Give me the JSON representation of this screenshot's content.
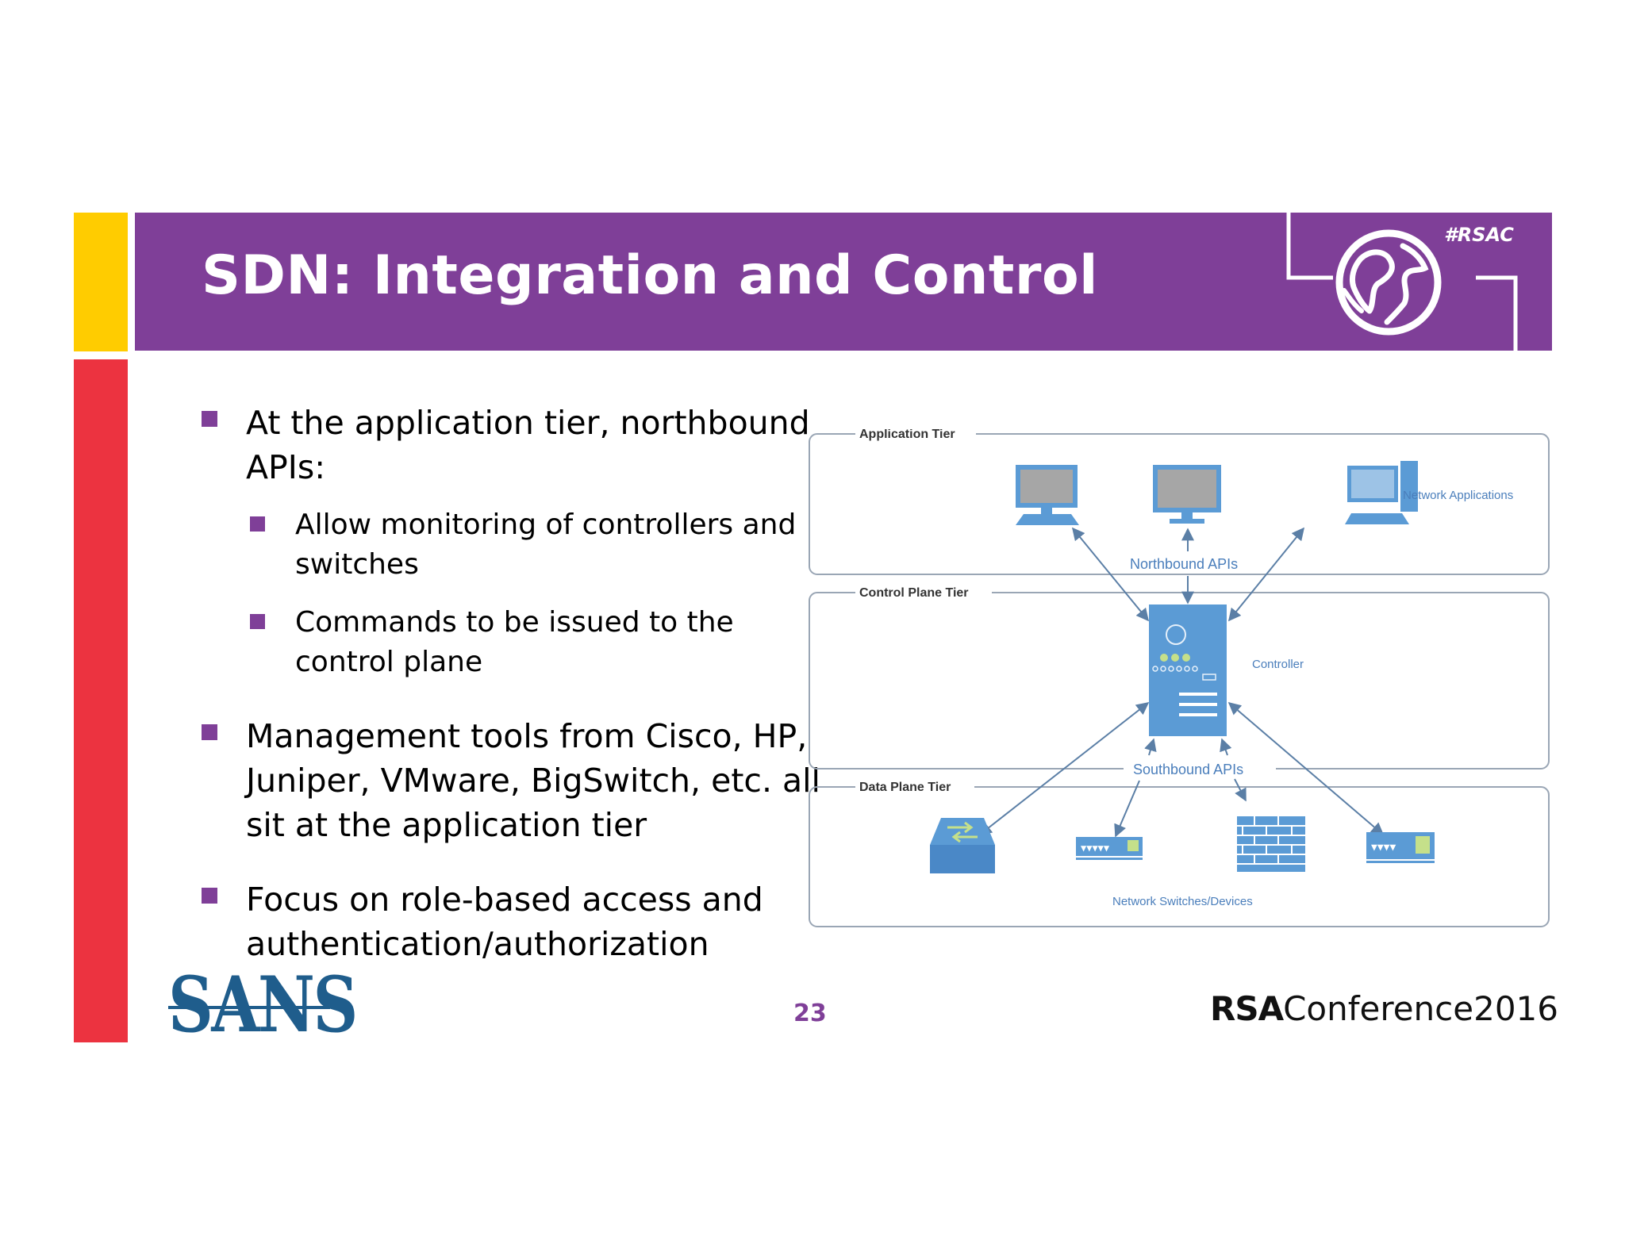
{
  "slide": {
    "title": "SDN: Integration and Control",
    "hashtag": "#RSAC",
    "page_number": "23"
  },
  "bullets": {
    "b1": {
      "line1": "At the application tier, northbound",
      "line2": "APIs:"
    },
    "b1a": {
      "line1": "Allow monitoring of controllers and",
      "line2": "switches"
    },
    "b1b": {
      "line1": "Commands to be issued to the",
      "line2": "control plane"
    },
    "b2": {
      "line1": "Management tools from Cisco, HP,",
      "line2": "Juniper, VMware, BigSwitch, etc. all",
      "line3": "sit at the application tier"
    },
    "b3": {
      "line1": "Focus on role-based access and",
      "line2": "authentication/authorization"
    }
  },
  "diagram": {
    "application_tier": "Application Tier",
    "control_plane_tier": "Control Plane Tier",
    "data_plane_tier": "Data Plane Tier",
    "network_applications": "Network Applications",
    "northbound_apis": "Northbound APIs",
    "controller": "Controller",
    "southbound_apis": "Southbound APIs",
    "network_switches": "Network Switches/Devices"
  },
  "footer": {
    "sans_logo": "SANS",
    "rsa_logo_bold": "RSA",
    "rsa_logo_rest": "Conference2016"
  },
  "colors": {
    "purple": "#7F3F98",
    "yellow": "#FFCC00",
    "red": "#EC3340",
    "diagram_blue": "#5B9BD5",
    "sans_blue": "#1F5D8C"
  }
}
